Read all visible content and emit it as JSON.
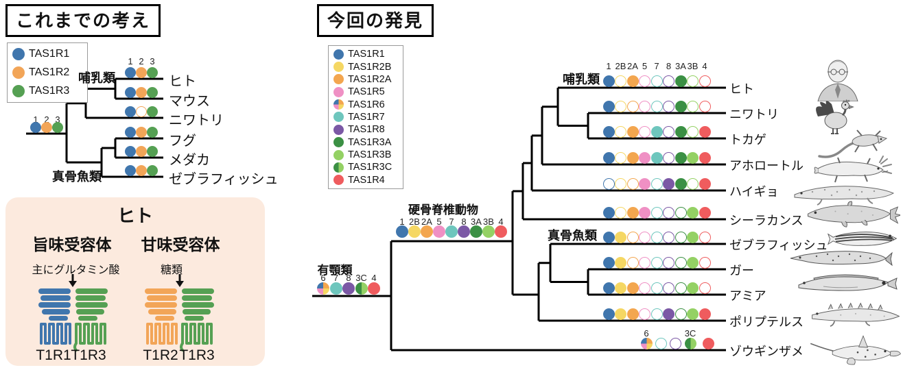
{
  "left": {
    "title": "これまでの考え",
    "legend": [
      {
        "id": "1",
        "label": "TAS1R1"
      },
      {
        "id": "2",
        "label": "TAS1R2"
      },
      {
        "id": "3",
        "label": "TAS1R3"
      }
    ],
    "gene_colors": {
      "1": "#4076ad",
      "2": "#f2a558",
      "3": "#55a053"
    },
    "header": [
      "1",
      "2",
      "3"
    ],
    "clade_mammals": "哺乳類",
    "clade_teleosts": "真骨魚類",
    "root_genes": [
      {
        "id": "1",
        "filled": 1
      },
      {
        "id": "2",
        "filled": 1
      },
      {
        "id": "3",
        "filled": 1
      }
    ],
    "species": [
      {
        "name": "ヒト",
        "filled": [
          1,
          1,
          1
        ]
      },
      {
        "name": "マウス",
        "filled": [
          1,
          1,
          1
        ]
      },
      {
        "name": "ニワトリ",
        "filled": [
          1,
          0,
          1
        ]
      },
      {
        "name": "フグ",
        "filled": [
          1,
          1,
          1
        ]
      },
      {
        "name": "メダカ",
        "filled": [
          1,
          1,
          1
        ]
      },
      {
        "name": "ゼブラフィッシュ",
        "filled": [
          1,
          1,
          1
        ]
      }
    ]
  },
  "human_box": {
    "title": "ヒト",
    "umami_heading": "旨味受容体",
    "sweet_heading": "甘味受容体",
    "umami_ligand": "主にグルタミン酸",
    "sweet_ligand": "糖類",
    "umami_subunits": [
      "T1R1",
      "T1R3"
    ],
    "sweet_subunits": [
      "T1R2",
      "T1R3"
    ],
    "umami_colors": [
      "#4076ad",
      "#55a053"
    ],
    "sweet_colors": [
      "#f2a558",
      "#55a053"
    ],
    "bg_color": "#fceade"
  },
  "right": {
    "title": "今回の発見",
    "legend": [
      {
        "id": "1",
        "label": "TAS1R1"
      },
      {
        "id": "2B",
        "label": "TAS1R2B"
      },
      {
        "id": "2A",
        "label": "TAS1R2A"
      },
      {
        "id": "5",
        "label": "TAS1R5"
      },
      {
        "id": "6",
        "label": "TAS1R6"
      },
      {
        "id": "7",
        "label": "TAS1R7"
      },
      {
        "id": "8",
        "label": "TAS1R8"
      },
      {
        "id": "3A",
        "label": "TAS1R3A"
      },
      {
        "id": "3B",
        "label": "TAS1R3B"
      },
      {
        "id": "3C",
        "label": "TAS1R3C"
      },
      {
        "id": "4",
        "label": "TAS1R4"
      }
    ],
    "gene_colors": {
      "1": "#4076ad",
      "2B": "#f5d763",
      "2A": "#f3a64f",
      "5": "#ef90c4",
      "7": "#6ec6bd",
      "8": "#7b58a5",
      "3A": "#3b9044",
      "3B": "#94d164",
      "4": "#ef5c5e"
    },
    "multi_genes": {
      "6": [
        "#4076ad",
        "#f3a64f",
        "#f5d763",
        "#ef90c4"
      ],
      "3C": [
        "#3b9044",
        "#94d164"
      ]
    },
    "header": [
      "1",
      "2B",
      "2A",
      "5",
      "7",
      "8",
      "3A",
      "3B",
      "4"
    ],
    "clade_mammals": "哺乳類",
    "clade_teleosts": "真骨魚類",
    "node_bony": {
      "label": "硬骨脊椎動物",
      "genes": [
        "1",
        "2B",
        "2A",
        "5",
        "7",
        "8",
        "3A",
        "3B",
        "4"
      ]
    },
    "node_jawed": {
      "label": "有顎類",
      "genes": [
        "6",
        "7",
        "8",
        "3C",
        "4"
      ]
    },
    "species": [
      {
        "name": "ヒト",
        "filled": [
          1,
          0,
          1,
          0,
          0,
          0,
          1,
          0,
          0
        ]
      },
      {
        "name": "ニワトリ",
        "filled": [
          1,
          0,
          0,
          0,
          0,
          0,
          1,
          0,
          0
        ]
      },
      {
        "name": "トカゲ",
        "filled": [
          1,
          0,
          1,
          0,
          1,
          0,
          1,
          0,
          1
        ]
      },
      {
        "name": "アホロートル",
        "filled": [
          1,
          0,
          1,
          1,
          1,
          0,
          1,
          1,
          1
        ]
      },
      {
        "name": "ハイギョ",
        "filled": [
          0,
          0,
          0,
          1,
          0,
          1,
          1,
          0,
          1
        ]
      },
      {
        "name": "シーラカンス",
        "filled": [
          1,
          0,
          1,
          1,
          0,
          0,
          0,
          1,
          1
        ]
      },
      {
        "name": "ゼブラフィッシュ",
        "filled": [
          1,
          1,
          0,
          0,
          0,
          0,
          0,
          1,
          0
        ]
      },
      {
        "name": "ガー",
        "filled": [
          1,
          1,
          0,
          0,
          0,
          0,
          0,
          1,
          0
        ]
      },
      {
        "name": "アミア",
        "filled": [
          1,
          1,
          1,
          0,
          0,
          0,
          0,
          1,
          0
        ]
      },
      {
        "name": "ポリプテルス",
        "filled": [
          1,
          1,
          1,
          0,
          0,
          1,
          0,
          1,
          1
        ]
      }
    ],
    "shark": {
      "name": "ゾウギンザメ",
      "genes": [
        {
          "id": "6",
          "filled": 1,
          "tag": "6"
        },
        {
          "id": "7",
          "filled": 0,
          "tag": ""
        },
        {
          "id": "8",
          "filled": 0,
          "tag": ""
        },
        {
          "id": "3C",
          "filled": 1,
          "tag": "3C"
        },
        {
          "id": "4",
          "filled": 1,
          "tag": ""
        }
      ]
    }
  },
  "illustrations": [
    "human-portrait",
    "rooster",
    "lizard",
    "axolotl",
    "lungfish",
    "coelacanth",
    "zebrafish",
    "gar",
    "bowfin",
    "bichir",
    "elephant-shark"
  ]
}
